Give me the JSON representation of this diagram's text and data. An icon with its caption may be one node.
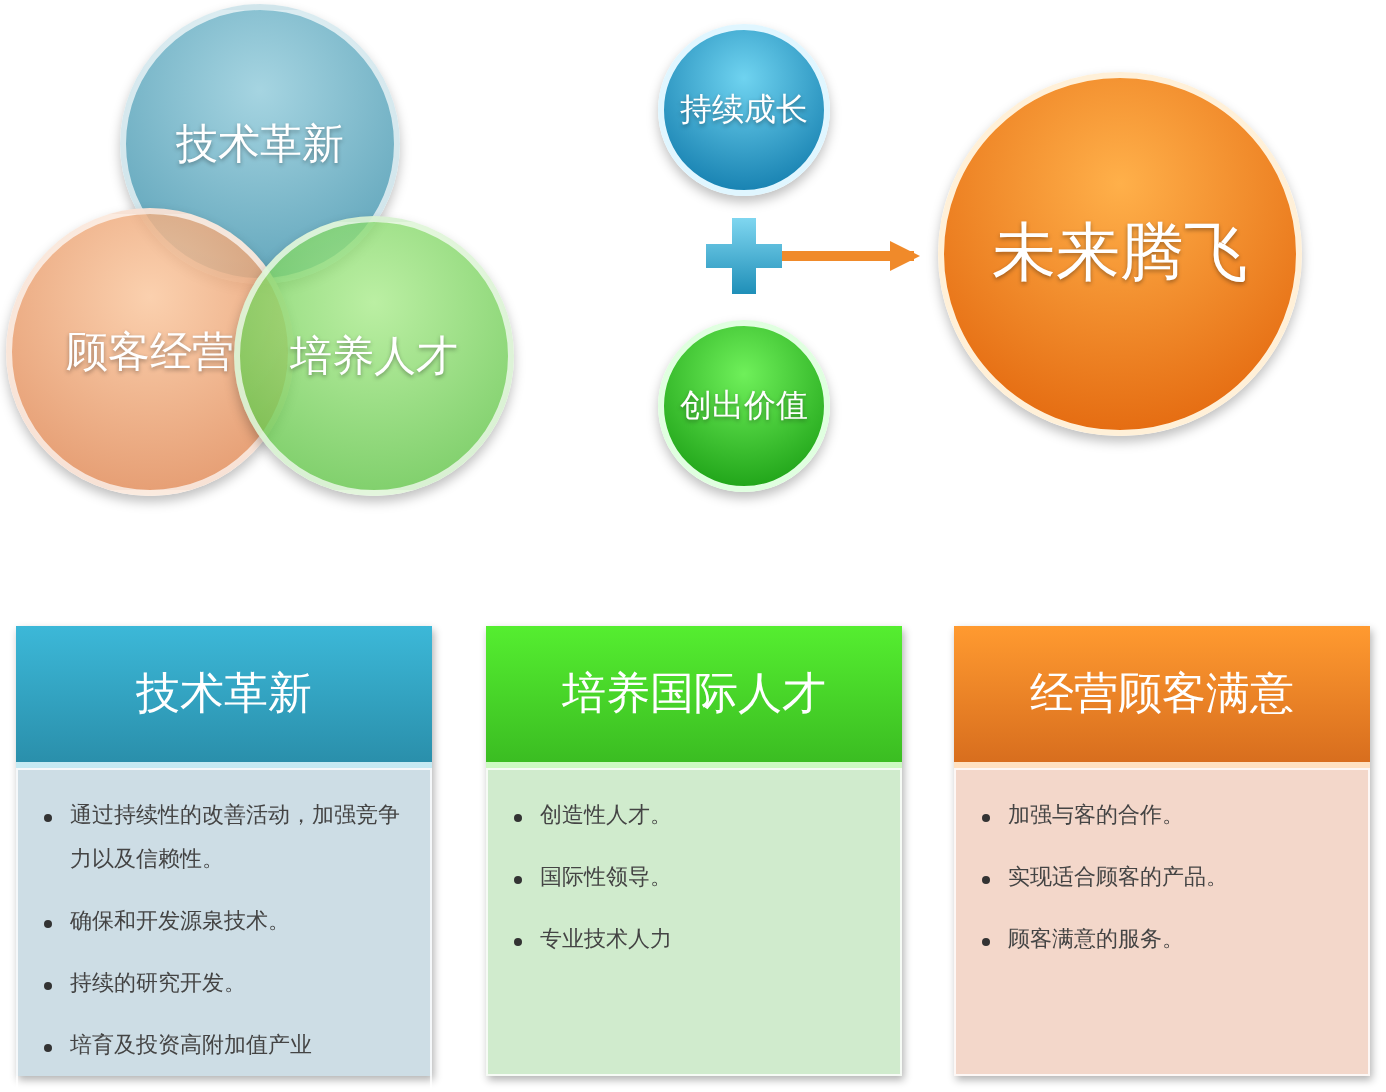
{
  "diagram": {
    "nodes": [
      {
        "text": [
          "技术革新"
        ]
      },
      {
        "text": [
          "顾客经营"
        ]
      },
      {
        "text": [
          "培养人才"
        ]
      },
      {
        "text": [
          "持续成长"
        ]
      },
      {
        "text": [],
        "shape": "plus"
      },
      {
        "text": [
          "创出价值"
        ]
      },
      {
        "text": [
          "未来腾飞"
        ]
      },
      {
        "text": [
          "技术革新",
          "通过持续性的改善活动，加强竞争力以及信赖性。",
          "确保和开发源泉技术。",
          "持续的研究开发。",
          "培育及投资高附加值产业"
        ]
      },
      {
        "text": [
          "培养国际人才",
          "创造性人才。",
          "国际性领导。",
          "专业技术人力"
        ]
      },
      {
        "text": [
          "经营顾客满意",
          "加强与客的合作。",
          "实现适合顾客的产品。",
          "顾客满意的服务。"
        ]
      }
    ],
    "edges": [
      {
        "from": 4,
        "to": 6,
        "arrow": "to"
      }
    ]
  }
}
